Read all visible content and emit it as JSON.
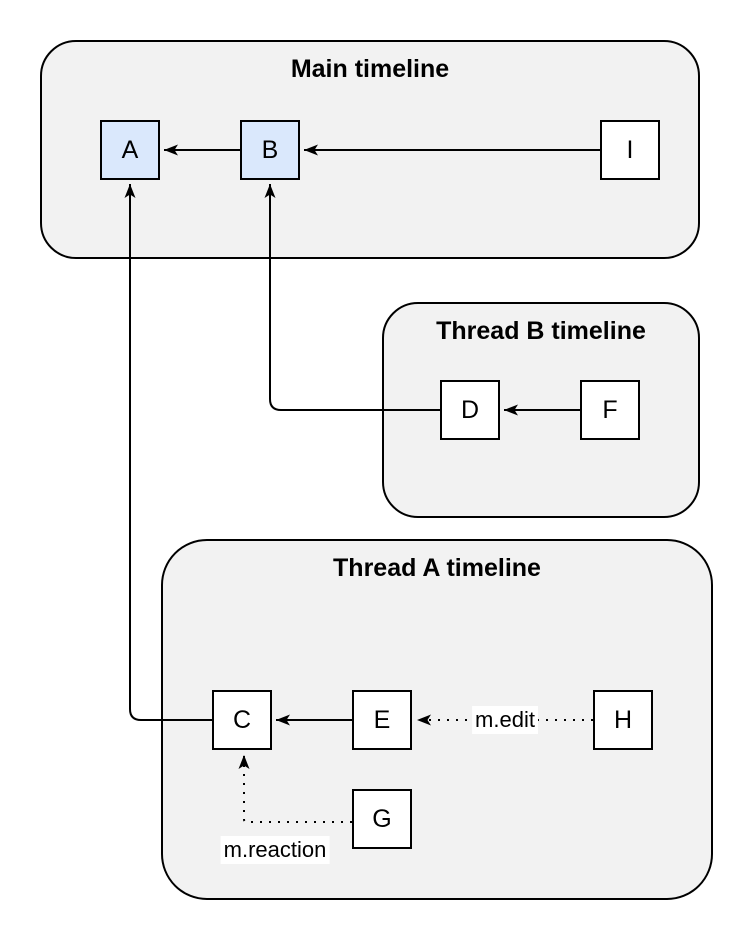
{
  "diagram": {
    "containers": [
      {
        "id": "main",
        "title": "Main timeline"
      },
      {
        "id": "thread-b",
        "title": "Thread B timeline"
      },
      {
        "id": "thread-a",
        "title": "Thread A timeline"
      }
    ],
    "nodes": [
      {
        "id": "A",
        "label": "A",
        "container": "main",
        "fill": "#dae8fc"
      },
      {
        "id": "B",
        "label": "B",
        "container": "main",
        "fill": "#dae8fc"
      },
      {
        "id": "I",
        "label": "I",
        "container": "main",
        "fill": "#ffffff"
      },
      {
        "id": "D",
        "label": "D",
        "container": "thread-b",
        "fill": "#ffffff"
      },
      {
        "id": "F",
        "label": "F",
        "container": "thread-b",
        "fill": "#ffffff"
      },
      {
        "id": "C",
        "label": "C",
        "container": "thread-a",
        "fill": "#ffffff"
      },
      {
        "id": "E",
        "label": "E",
        "container": "thread-a",
        "fill": "#ffffff"
      },
      {
        "id": "H",
        "label": "H",
        "container": "thread-a",
        "fill": "#ffffff"
      },
      {
        "id": "G",
        "label": "G",
        "container": "thread-a",
        "fill": "#ffffff"
      }
    ],
    "edges": [
      {
        "from": "I",
        "to": "B",
        "style": "solid",
        "label": ""
      },
      {
        "from": "B",
        "to": "A",
        "style": "solid",
        "label": ""
      },
      {
        "from": "F",
        "to": "D",
        "style": "solid",
        "label": ""
      },
      {
        "from": "D",
        "to": "B",
        "style": "solid",
        "label": ""
      },
      {
        "from": "E",
        "to": "C",
        "style": "solid",
        "label": ""
      },
      {
        "from": "C",
        "to": "A",
        "style": "solid",
        "label": ""
      },
      {
        "from": "H",
        "to": "E",
        "style": "dotted",
        "label": "m.edit"
      },
      {
        "from": "G",
        "to": "C",
        "style": "dotted",
        "label": "m.reaction"
      }
    ],
    "colors": {
      "background": "#ffffff",
      "container_fill": "#f2f2f2",
      "container_stroke": "#000000",
      "node_fill": "#ffffff",
      "node_highlight_fill": "#dae8fc",
      "node_stroke": "#000000",
      "edge_stroke": "#000000",
      "edge_label_bg": "#ffffff",
      "text": "#000000"
    }
  }
}
